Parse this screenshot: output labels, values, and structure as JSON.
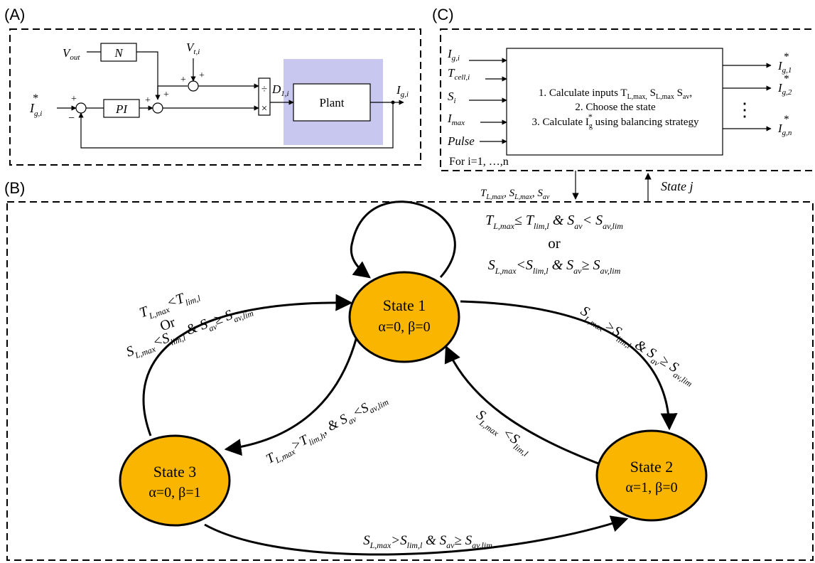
{
  "panels": {
    "a": "(A)",
    "b": "(B)",
    "c": "(C)"
  },
  "panel_a": {
    "vout": "V",
    "vout_sub": "out",
    "n_block": "N",
    "vt": "V",
    "vt_sub": "t,i",
    "ref": "I",
    "ref_sub": "g,i",
    "ref_sup": "*",
    "pi_block": "PI",
    "plus": "+",
    "minus": "−",
    "div": "÷",
    "mul": "×",
    "d": "D",
    "d_sub": "1,i",
    "plant": "Plant",
    "out": "I",
    "out_sub": "g,i",
    "colors": {
      "plant_bg": "#c7c7ef"
    }
  },
  "panel_c": {
    "inputs": [
      {
        "main": "I",
        "sub": "g,i"
      },
      {
        "main": "T",
        "sub": "cell,i"
      },
      {
        "main": "S",
        "sub": "i"
      },
      {
        "main": "I",
        "sub": "max"
      },
      {
        "main": "Pulse",
        "sub": ""
      }
    ],
    "line1_a": "1. Calculate inputs T",
    "line1_sub1": "L,max,",
    "line1_b": " S",
    "line1_sub2": "L,max",
    "line1_c": " S",
    "line1_sub3": "av",
    "line1_d": ",",
    "line2": "2.  Choose the state",
    "line3_a": "3. Calculate I",
    "line3_sub": "g",
    "line3_sup": "*",
    "line3_b": " using balancing strategy",
    "outputs": [
      {
        "main": "I",
        "sub": "g,1",
        "sup": "*"
      },
      {
        "main": "I",
        "sub": "g,2",
        "sup": "*"
      },
      {
        "main": "I",
        "sub": "g,n",
        "sup": "*"
      }
    ],
    "dots": "⋮",
    "for_text": "For i=1, …,n"
  },
  "links": {
    "down_label": {
      "t": "T",
      "t_sub": "L,max",
      "s1": "S",
      "s1_sub": "L,max",
      "s2": "S",
      "s2_sub": "av",
      "sep": ", "
    },
    "up_label": "State j"
  },
  "states": [
    {
      "name": "State 1",
      "params": "α=0, β=0"
    },
    {
      "name": "State 2",
      "params": "α=1, β=0"
    },
    {
      "name": "State 3",
      "params": "α=0, β=1"
    }
  ],
  "transitions": {
    "self_loop": {
      "line1": "T_{L,max}≤ T_{lim,l} & S_{av}< S_{av,lim}",
      "or": "or",
      "line2": "S_{L,max}<S_{lim,l} & S_{av}≥ S_{av,lim}"
    },
    "s3_to_s1": {
      "line1": "T_{L,max}<T_{lim,l}",
      "or": "Or",
      "line2": "S_{L,max}<S_{lim,l} & S_{av}≥ S_{av,lim}"
    },
    "s1_to_s2": "S_{L,max}>S_{lim,l} & S_{av}≥ S_{av,lim}",
    "s1_to_s3": "T_{L,max}>T_{lim,h}, & S_{av}<S_{av,lim}",
    "s2_to_s1": "S_{L,max} <S_{lim,l}",
    "s3_to_s2": "S_{L,max}>S_{lim,l} & S_{av}≥ S_{av,lim}"
  },
  "colors": {
    "state_fill": "#f9b500"
  }
}
